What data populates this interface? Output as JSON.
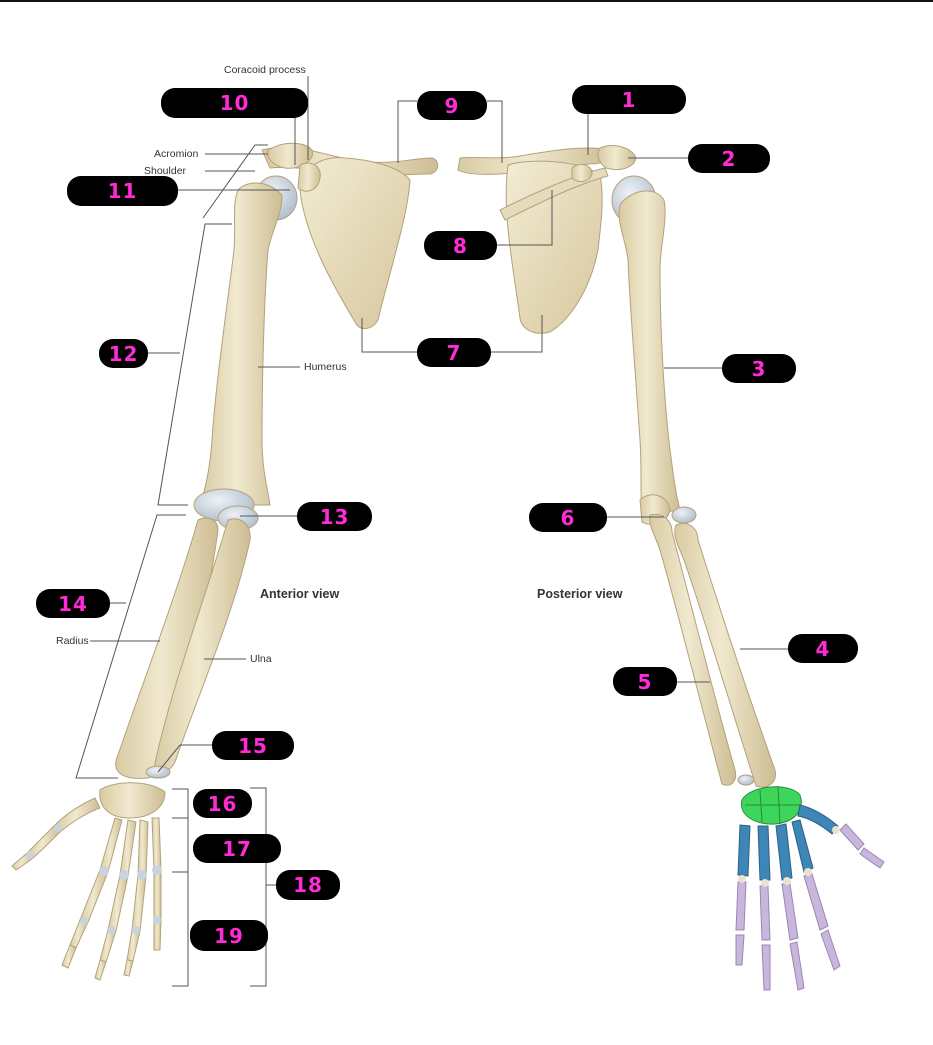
{
  "labels": {
    "coracoid": "Coracoid process",
    "acromion": "Acromion",
    "shoulder": "Shoulder",
    "humerus": "Humerus",
    "radius": "Radius",
    "ulna": "Ulna"
  },
  "views": {
    "anterior": "Anterior view",
    "posterior": "Posterior view"
  },
  "markers": [
    "1",
    "2",
    "3",
    "4",
    "5",
    "6",
    "7",
    "8",
    "9",
    "10",
    "11",
    "12",
    "13",
    "14",
    "15",
    "16",
    "17",
    "18",
    "19"
  ],
  "colors": {
    "bone": "#ece3c4",
    "bone_shadow": "#c9b98f",
    "cartilage": "#c8d3de",
    "carpals_highlight": "#3dd65a",
    "metacarpals_highlight": "#3d86b8",
    "phalanges_highlight": "#c9b6dc",
    "marker_text": "#ff2bd6"
  }
}
